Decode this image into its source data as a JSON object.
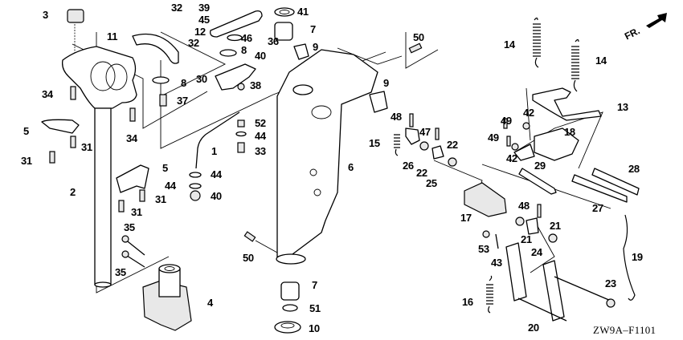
{
  "diagram": {
    "type": "exploded-parts-diagram",
    "subject": "Swivel case / steering assembly",
    "diagram_code": "ZW9A–F1101",
    "orientation_marker": {
      "label": "FR.",
      "icon": "arrow-forward-icon"
    },
    "callouts": [
      {
        "id": "c3",
        "label": "3"
      },
      {
        "id": "c11",
        "label": "11"
      },
      {
        "id": "c32a",
        "label": "32"
      },
      {
        "id": "c39",
        "label": "39"
      },
      {
        "id": "c45",
        "label": "45"
      },
      {
        "id": "c12",
        "label": "12"
      },
      {
        "id": "c32b",
        "label": "32"
      },
      {
        "id": "c46",
        "label": "46"
      },
      {
        "id": "c8a",
        "label": "8"
      },
      {
        "id": "c41",
        "label": "41"
      },
      {
        "id": "c7a",
        "label": "7"
      },
      {
        "id": "c36",
        "label": "36"
      },
      {
        "id": "c9a",
        "label": "9"
      },
      {
        "id": "c40a",
        "label": "40"
      },
      {
        "id": "c30",
        "label": "30"
      },
      {
        "id": "c8b",
        "label": "8"
      },
      {
        "id": "c38",
        "label": "38"
      },
      {
        "id": "c37",
        "label": "37"
      },
      {
        "id": "c34a",
        "label": "34"
      },
      {
        "id": "c34b",
        "label": "34"
      },
      {
        "id": "c52",
        "label": "52"
      },
      {
        "id": "c44a",
        "label": "44"
      },
      {
        "id": "c33",
        "label": "33"
      },
      {
        "id": "c1",
        "label": "1"
      },
      {
        "id": "c5a",
        "label": "5"
      },
      {
        "id": "c31a",
        "label": "31"
      },
      {
        "id": "c31b",
        "label": "31"
      },
      {
        "id": "c5b",
        "label": "5"
      },
      {
        "id": "c2",
        "label": "2"
      },
      {
        "id": "c31c",
        "label": "31"
      },
      {
        "id": "c31d",
        "label": "31"
      },
      {
        "id": "c44b",
        "label": "44"
      },
      {
        "id": "c44c",
        "label": "44"
      },
      {
        "id": "c40b",
        "label": "40"
      },
      {
        "id": "c35a",
        "label": "35"
      },
      {
        "id": "c35b",
        "label": "35"
      },
      {
        "id": "c4",
        "label": "4"
      },
      {
        "id": "c50a",
        "label": "50"
      },
      {
        "id": "c9b",
        "label": "9"
      },
      {
        "id": "c6",
        "label": "6"
      },
      {
        "id": "c50b",
        "label": "50"
      },
      {
        "id": "c7b",
        "label": "7"
      },
      {
        "id": "c51",
        "label": "51"
      },
      {
        "id": "c10",
        "label": "10"
      },
      {
        "id": "c48a",
        "label": "48"
      },
      {
        "id": "c47",
        "label": "47"
      },
      {
        "id": "c15",
        "label": "15"
      },
      {
        "id": "c22a",
        "label": "22"
      },
      {
        "id": "c26",
        "label": "26"
      },
      {
        "id": "c22b",
        "label": "22"
      },
      {
        "id": "c25",
        "label": "25"
      },
      {
        "id": "c14a",
        "label": "14"
      },
      {
        "id": "c14b",
        "label": "14"
      },
      {
        "id": "c13",
        "label": "13"
      },
      {
        "id": "c42a",
        "label": "42"
      },
      {
        "id": "c49a",
        "label": "49"
      },
      {
        "id": "c18",
        "label": "18"
      },
      {
        "id": "c49b",
        "label": "49"
      },
      {
        "id": "c42b",
        "label": "42"
      },
      {
        "id": "c29",
        "label": "29"
      },
      {
        "id": "c28",
        "label": "28"
      },
      {
        "id": "c27",
        "label": "27"
      },
      {
        "id": "c17",
        "label": "17"
      },
      {
        "id": "c48b",
        "label": "48"
      },
      {
        "id": "c21a",
        "label": "21"
      },
      {
        "id": "c21b",
        "label": "21"
      },
      {
        "id": "c24",
        "label": "24"
      },
      {
        "id": "c53",
        "label": "53"
      },
      {
        "id": "c43",
        "label": "43"
      },
      {
        "id": "c19",
        "label": "19"
      },
      {
        "id": "c16",
        "label": "16"
      },
      {
        "id": "c23",
        "label": "23"
      },
      {
        "id": "c20",
        "label": "20"
      }
    ]
  }
}
